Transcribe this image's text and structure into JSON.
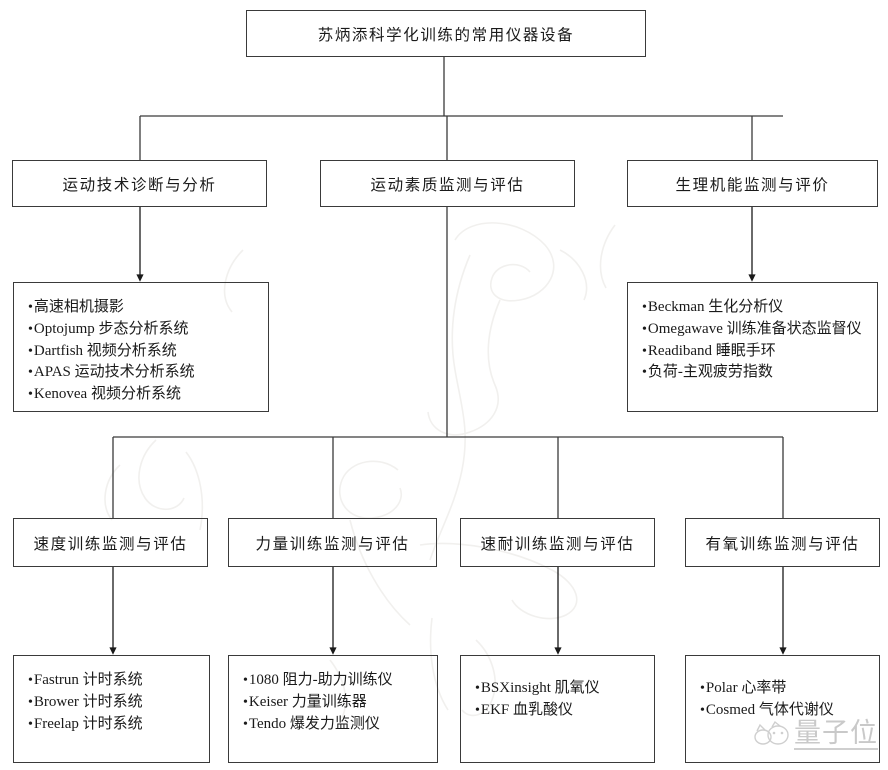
{
  "diagram": {
    "title": "苏炳添科学化训练的常用仪器设备",
    "watermark": "量子位",
    "categories": [
      {
        "label": "运动技术诊断与分析"
      },
      {
        "label": "运动素质监测与评估"
      },
      {
        "label": "生理机能监测与评价"
      }
    ],
    "tech_items": [
      "高速相机摄影",
      "Optojump 步态分析系统",
      "Dartfish 视频分析系统",
      "APAS 运动技术分析系统",
      "Kenovea 视频分析系统"
    ],
    "physio_items": [
      "Beckman 生化分析仪",
      "Omegawave 训练准备状态监督仪",
      "Readiband 睡眠手环",
      "负荷-主观疲劳指数"
    ],
    "subcategories": [
      {
        "label": "速度训练监测与评估"
      },
      {
        "label": "力量训练监测与评估"
      },
      {
        "label": "速耐训练监测与评估"
      },
      {
        "label": "有氧训练监测与评估"
      }
    ],
    "speed_items": [
      "Fastrun 计时系统",
      "Brower 计时系统",
      "Freelap 计时系统"
    ],
    "strength_items": [
      "1080 阻力-助力训练仪",
      "Keiser 力量训练器",
      "Tendo 爆发力监测仪"
    ],
    "endurance_items": [
      "BSXinsight 肌氧仪",
      "EKF 血乳酸仪"
    ],
    "aerobic_items": [
      "Polar 心率带",
      "Cosmed 气体代谢仪"
    ],
    "colors": {
      "border": "#3a3a3a",
      "text": "#1a1a1a",
      "background": "#ffffff",
      "watermark": "#c9c9c9"
    }
  }
}
